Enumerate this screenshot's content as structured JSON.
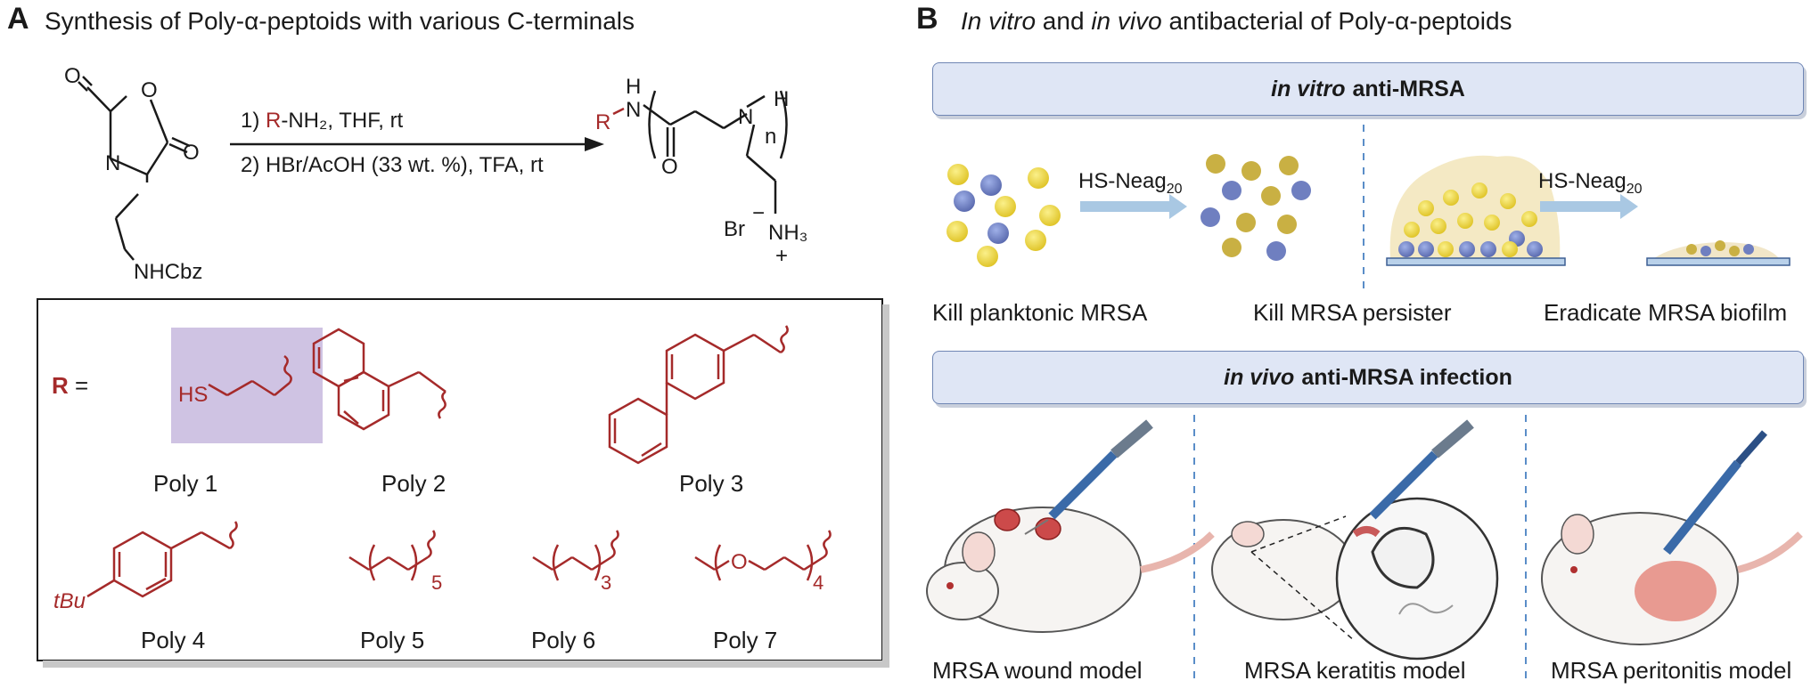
{
  "panel_a": {
    "letter": "A",
    "title": "Synthesis of Poly-α-peptoids with various C-terminals",
    "reagent_line1_r": "R",
    "reagent_line1_rest": "-NH₂, THF, rt",
    "reagent_line2": "2) HBr/AcOH (33 wt. %), TFA, rt",
    "reagent_line1_prefix": "1) ",
    "monomer_atoms": {
      "o_top": "O",
      "o_ring": "O",
      "o_right": "O",
      "n": "N",
      "nhcbz": "NHCbz"
    },
    "product_atoms": {
      "r": "R",
      "n_left": "N",
      "h_left": "H",
      "o": "O",
      "n_right": "N",
      "h_right": "H",
      "n_sub": "n",
      "br": "Br",
      "minus": "−",
      "nh3": "NH₃",
      "plus": "+"
    },
    "r_equals": "R =",
    "hs": "HS",
    "tbu": "tBu",
    "sub5": "5",
    "sub3": "3",
    "sub4": "4",
    "o_poly7": "O",
    "polymers": [
      "Poly 1",
      "Poly 2",
      "Poly 3",
      "Poly 4",
      "Poly 5",
      "Poly 6",
      "Poly 7"
    ]
  },
  "panel_b": {
    "letter": "B",
    "title_italic": "In vitro",
    "title_mid": " and ",
    "title_italic2": "in vivo",
    "title_rest": " antibacterial of Poly-α-peptoids",
    "banner1_italic": "in vitro",
    "banner1_rest": "anti-MRSA",
    "banner2_italic": "in vivo",
    "banner2_rest": "anti-MRSA infection",
    "arrow_label": "HS-Neag",
    "arrow_sub": "20",
    "invitro_labels": [
      "Kill planktonic MRSA",
      "Kill MRSA persister",
      "Eradicate MRSA biofilm"
    ],
    "invivo_labels": [
      "MRSA wound model",
      "MRSA keratitis model",
      "MRSA peritonitis model"
    ]
  },
  "colors": {
    "chem_red": "#a52a2a",
    "banner_fill": "#dfe6f5",
    "yellow_cell": "#e8d23a",
    "blue_cell": "#6f7fc0",
    "arrow": "#a9c8e3"
  }
}
